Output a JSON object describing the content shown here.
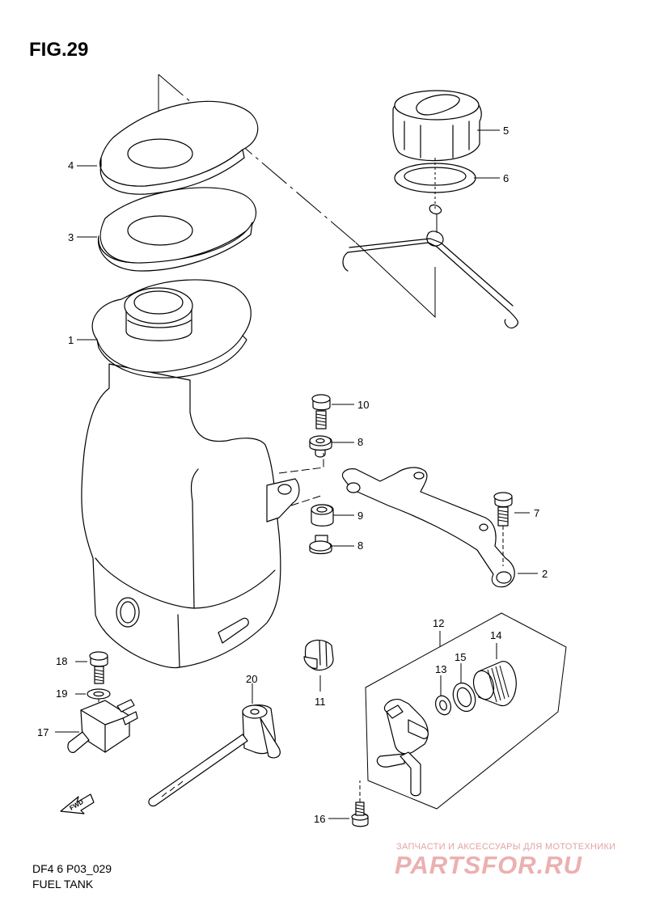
{
  "figure": {
    "title": "FIG.29"
  },
  "footer": {
    "code": "DF4 6 P03_029",
    "name": "FUEL TANK"
  },
  "fwd_label": "FWD",
  "watermark": {
    "tagline": "ЗАПЧАСТИ И АКСЕССУАРЫ ДЛЯ МОТОТЕХНИКИ",
    "brand": "PARTSFOR.RU"
  },
  "callouts": {
    "c1": "1",
    "c2": "2",
    "c3": "3",
    "c4": "4",
    "c5": "5",
    "c6": "6",
    "c7": "7",
    "c8a": "8",
    "c8b": "8",
    "c9": "9",
    "c10": "10",
    "c11": "11",
    "c12": "12",
    "c13": "13",
    "c14": "14",
    "c15": "15",
    "c16": "16",
    "c17": "17",
    "c18": "18",
    "c19": "19",
    "c20": "20"
  },
  "colors": {
    "line": "#000000",
    "background": "#ffffff",
    "watermark": "#e8a8a8"
  }
}
